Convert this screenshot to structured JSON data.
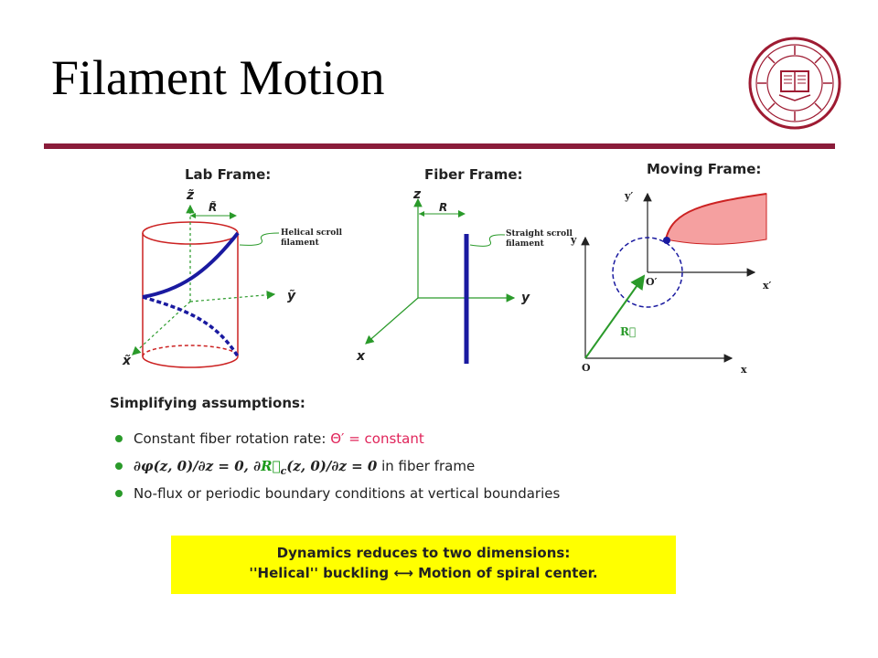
{
  "slide": {
    "title": "Filament Motion"
  },
  "frames": {
    "lab": {
      "heading": "Lab Frame:",
      "axis_z": "z̃",
      "axis_y": "ỹ",
      "axis_x": "x̃",
      "radius": "R̃",
      "annotation_line1": "Helical scroll",
      "annotation_line2": "filament"
    },
    "fiber": {
      "heading": "Fiber Frame:",
      "axis_z": "z",
      "axis_y": "y",
      "axis_x": "x",
      "radius": "R",
      "annotation_line1": "Straight scroll",
      "annotation_line2": "filament"
    },
    "moving": {
      "heading": "Moving Frame:",
      "axis_y_prime": "y′",
      "axis_x_prime": "x′",
      "origin_prime": "O′",
      "axis_y": "y",
      "axis_x": "x",
      "origin": "O",
      "vector": "R⃗"
    }
  },
  "assumptions": {
    "heading": "Simplifying assumptions:",
    "item1_text": "Constant fiber rotation rate: ",
    "item1_math": "Θ′ = constant",
    "item2_math": "∂φ(z, 0)/∂z = 0, ∂",
    "item2_vec": "R⃗",
    "item2_sub": "c",
    "item2_math_tail": "(z, 0)/∂z = 0",
    "item2_text": " in fiber frame",
    "item3_text": "No-flux or periodic boundary conditions at vertical boundaries"
  },
  "callout": {
    "line1": "Dynamics reduces to two dimensions:",
    "line2": "''Helical'' buckling ⟷ Motion of spiral center."
  },
  "colors": {
    "accent": "#8a1c3a",
    "bullet": "#2a9a2a",
    "highlight": "#ffff00",
    "filament": "#1a1aa0",
    "cylinder": "#cc2222"
  }
}
